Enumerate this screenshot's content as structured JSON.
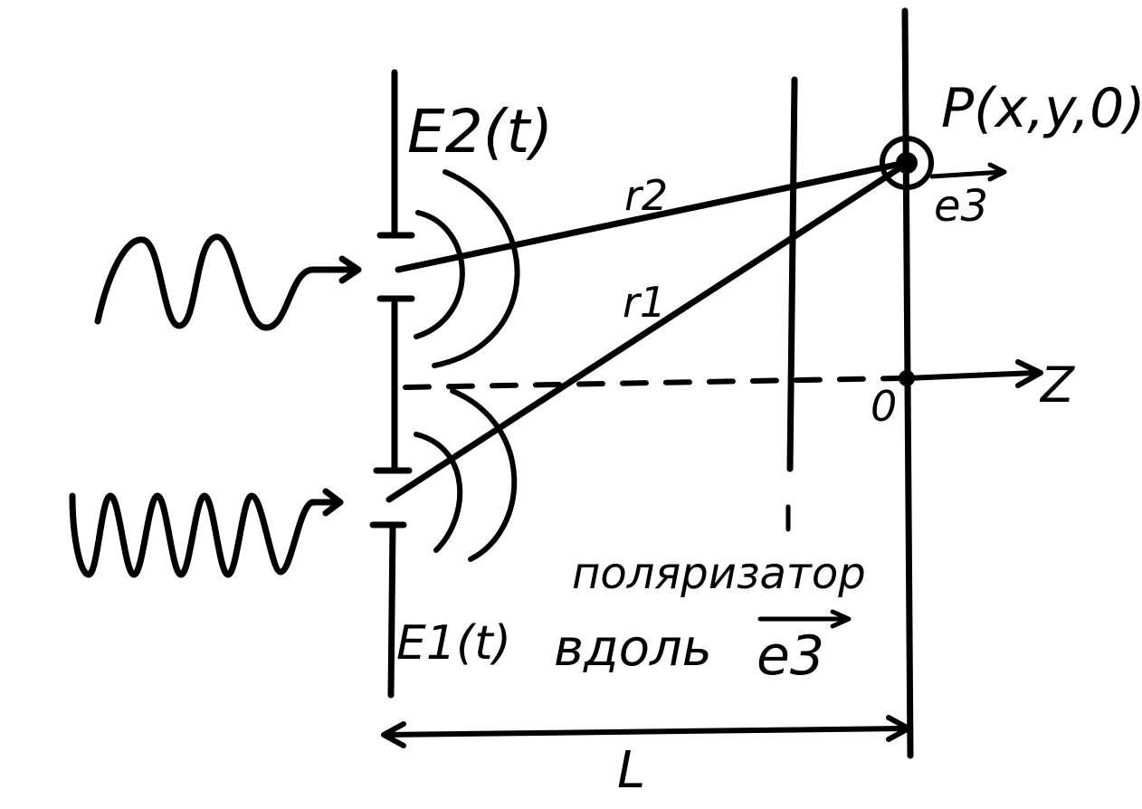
{
  "diagram": {
    "labels": {
      "e2": "E2(t)",
      "e1": "E1(t)",
      "point_p": "P(x,y,0)",
      "r2": "r2",
      "r1": "r1",
      "e3_top": "e3",
      "z_axis": "Z",
      "origin": "0",
      "polarizer_line1": "поляризатор",
      "polarizer_line2": "вдоль",
      "e3_bottom": "e3",
      "distance": "L"
    },
    "colors": {
      "ink": "#000000",
      "background": "#ffffff"
    }
  }
}
